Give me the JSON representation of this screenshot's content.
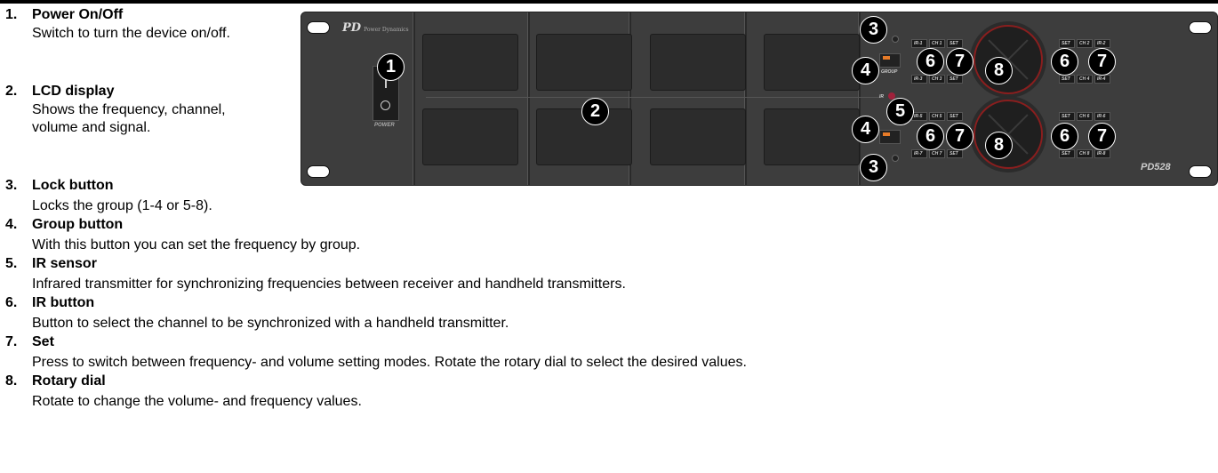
{
  "items": [
    {
      "num": "1.",
      "title": "Power On/Off",
      "desc": "Switch to turn the device on/off."
    },
    {
      "num": "2.",
      "title": "LCD display",
      "desc": "Shows the frequency, channel, volume and signal."
    },
    {
      "num": "3.",
      "title": "Lock button",
      "desc": "Locks the group (1-4 or 5-8)."
    },
    {
      "num": "4.",
      "title": "Group button",
      "desc": "With this button you can set the frequency by group."
    },
    {
      "num": "5.",
      "title": "IR sensor",
      "desc": "Infrared transmitter for synchronizing frequencies between receiver and handheld transmitters."
    },
    {
      "num": "6.",
      "title": "IR button",
      "desc": "Button to select the channel to be synchronized with a handheld transmitter."
    },
    {
      "num": "7.",
      "title": "Set",
      "desc": "Press to switch between frequency- and volume setting modes. Rotate the rotary dial to select the desired values."
    },
    {
      "num": "8.",
      "title": "Rotary dial",
      "desc": "Rotate to change the volume- and frequency values."
    }
  ],
  "device": {
    "brand": "PD",
    "brand_sub": "Power Dynamics",
    "power_label": "POWER",
    "model": "PD528",
    "button_labels": {
      "ir1": "IR-1",
      "ch1": "CH 1",
      "set1": "SET",
      "ir3": "IR-3",
      "ch3": "CH 3",
      "set3": "SET",
      "set2": "SET",
      "ch2": "CH 2",
      "ir2": "IR-2",
      "set4": "SET",
      "ch4": "CH 4",
      "ir4": "IR-4",
      "ir5": "IR-5",
      "ch5": "CH 5",
      "set5": "SET",
      "ir7": "IR-7",
      "ch7": "CH 7",
      "set7": "SET",
      "set6": "SET",
      "ch6": "CH 6",
      "ir6": "IR-6",
      "set8": "SET",
      "ch8": "CH 8",
      "ir8": "IR-8",
      "group": "GROUP",
      "ir": "IR"
    }
  },
  "callouts": {
    "c1": "1",
    "c2": "2",
    "c3a": "3",
    "c3b": "3",
    "c4a": "4",
    "c4b": "4",
    "c5": "5",
    "c6a": "6",
    "c6b": "6",
    "c6c": "6",
    "c6d": "6",
    "c7a": "7",
    "c7b": "7",
    "c7c": "7",
    "c7d": "7",
    "c8a": "8",
    "c8b": "8"
  },
  "colors": {
    "panel": "#3d3d3d",
    "accent": "#e77b28",
    "dial_ring": "#8a1e1e",
    "ir_sensor": "#a0213b"
  }
}
